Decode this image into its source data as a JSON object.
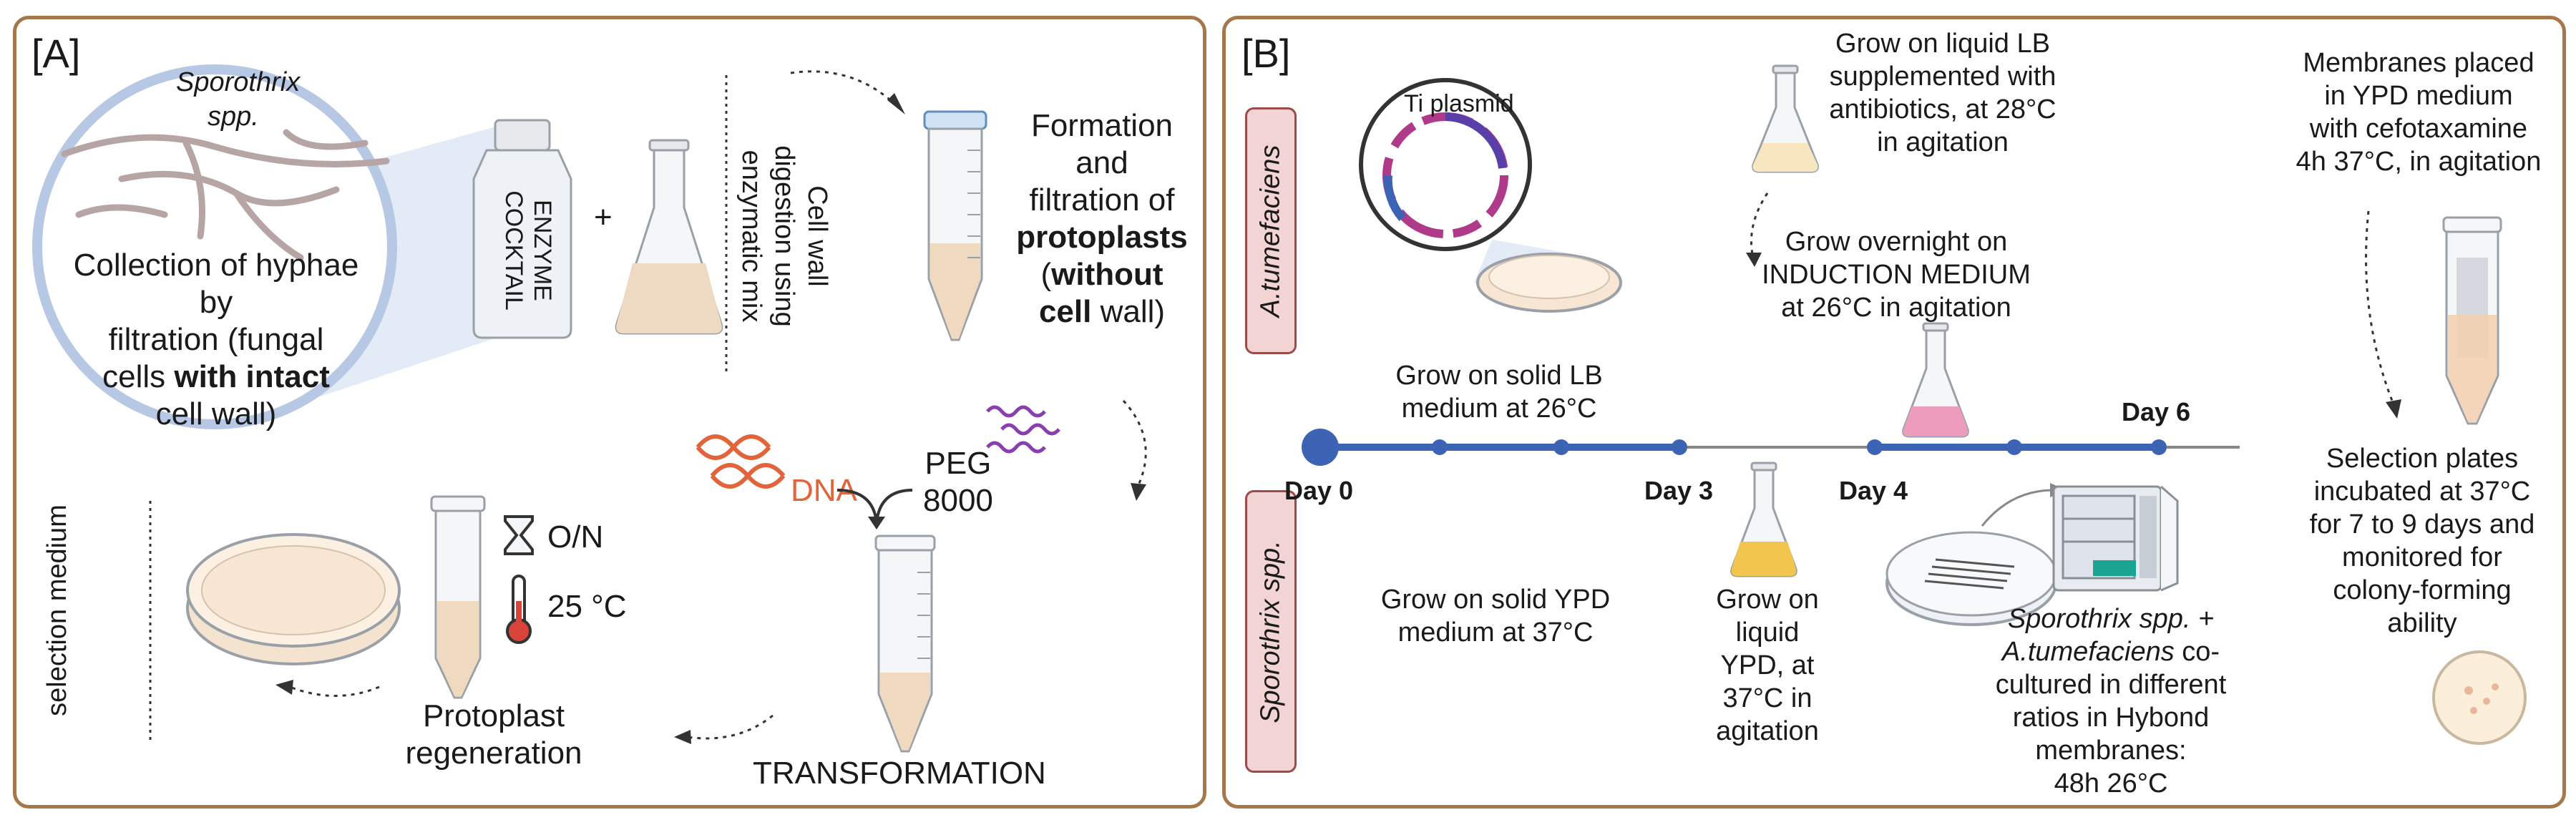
{
  "panel_a": {
    "label": "[A]",
    "sporothrix": "Sporothrix",
    "spp": "spp.",
    "collection_line1": "Collection of hyphae by",
    "collection_line2": "filtration (fungal",
    "collection_line3a": "cells ",
    "collection_line3b": "with intact",
    "collection_line4": "cell wall)",
    "enzyme_line1": "ENZYME",
    "enzyme_line2": "COCKTAIL",
    "plus": "+",
    "digestion_line1": "Cell wall",
    "digestion_line2": "digestion using",
    "digestion_line3": "enzymatic mix",
    "formation_line1": "Formation",
    "formation_line2": "and",
    "formation_line3": "filtration of",
    "formation_line4": "protoplasts",
    "formation_line5a": "(",
    "formation_line5b": "without",
    "formation_line6a": "cell",
    "formation_line6b": " wall)",
    "dna": "DNA",
    "peg_line1": "PEG",
    "peg_line2": "8000",
    "transformation": "TRANSFORMATION",
    "overnight": "O/N",
    "temperature": "25 °C",
    "regen_line1": "Protoplast",
    "regen_line2": "regeneration",
    "selection_medium": "selection medium"
  },
  "panel_b": {
    "label": "[B]",
    "atumefaciens_tag": "A.tumefaciens",
    "sporothrix_tag": "Sporothrix spp.",
    "ti_plasmid": "Ti plasmid",
    "grow_lb_liquid": [
      "Grow on liquid LB",
      "supplemented with",
      "antibiotics, at 28°C",
      "in agitation"
    ],
    "grow_overnight": [
      "Grow overnight on",
      "INDUCTION MEDIUM",
      "at 26°C in agitation"
    ],
    "grow_solid_lb": [
      "Grow on solid LB",
      "medium at 26°C"
    ],
    "grow_solid_ypd": [
      "Grow on solid YPD",
      "medium at 37°C"
    ],
    "grow_liquid_ypd": [
      "Grow on",
      "liquid",
      "YPD, at",
      "37°C in",
      "agitation"
    ],
    "coculture_line1": "Sporothrix spp. +",
    "coculture_line2a": "A.tumefaciens",
    "coculture_line2b": " co-",
    "coculture_rest": [
      "cultured in different",
      "ratios in Hybond",
      "membranes:",
      "48h 26°C"
    ],
    "membranes": [
      "Membranes placed",
      "in YPD medium",
      "with cefotaxamine",
      "4h 37°C, in agitation"
    ],
    "selection_plates": [
      "Selection plates",
      "incubated at 37°C",
      "for 7 to 9 days and",
      "monitored for",
      "colony-forming",
      "ability"
    ],
    "days": [
      "Day 0",
      "Day 3",
      "Day 4",
      "Day 6"
    ]
  },
  "colors": {
    "panel_border": "#a5774a",
    "timeline_blue": "#3d64b4",
    "dna_orange": "#e2643a",
    "peg_purple": "#8a3fb0",
    "tag_fill": "#f2d4d4",
    "tag_border": "#9c4a4a"
  }
}
